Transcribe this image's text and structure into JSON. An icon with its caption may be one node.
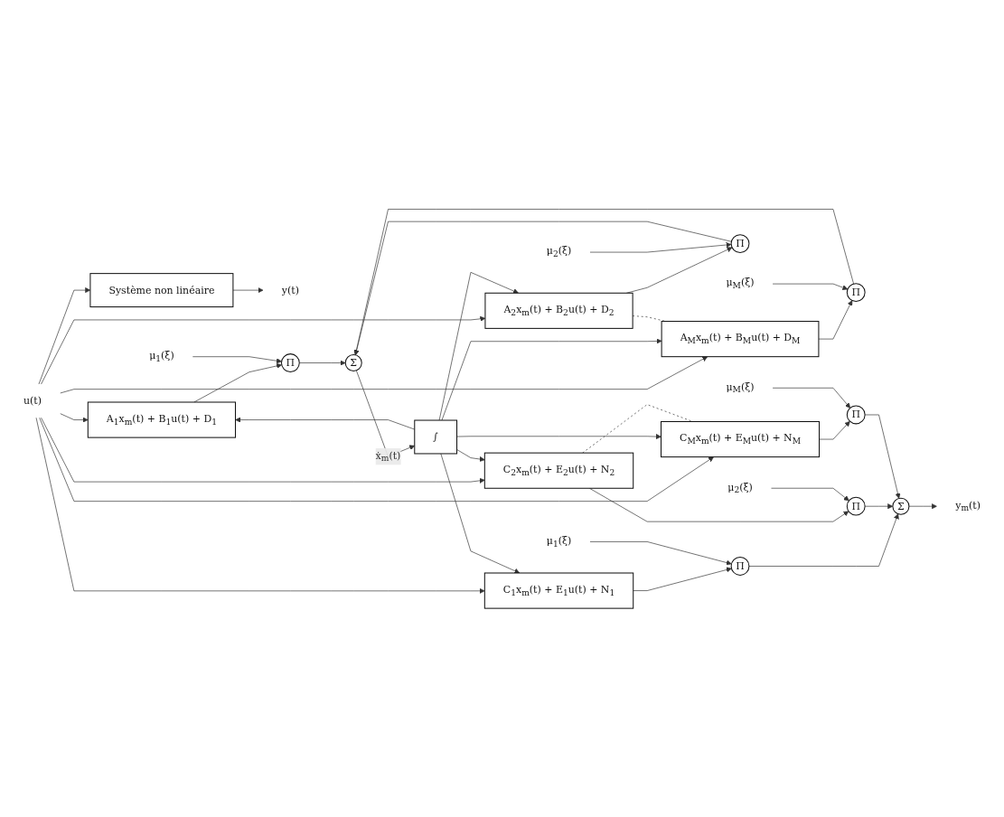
{
  "diagram": {
    "nodes": [
      {
        "text": [
          "u(t)"
        ]
      },
      {
        "text": [
          "Système non linéaire"
        ]
      },
      {
        "text": [
          "y(t)"
        ]
      },
      {
        "text": [
          "A$_{1}$x$_{m}$(t) + B$_{1}$u(t) + D$_{1}$"
        ]
      },
      {
        "text": [
          "A$_{2}$x$_{m}$(t) + B$_{2}$u(t) + D$_{2}$"
        ]
      },
      {
        "text": [
          "A$_{M}$x$_{m}$(t) + B$_{M}$u(t) + D$_{M}$"
        ]
      },
      {
        "text": [
          "μ$_{1}$(ξ)"
        ]
      },
      {
        "text": [
          "Π"
        ]
      },
      {
        "text": [
          "μ$_{2}$(ξ)"
        ]
      },
      {
        "text": [
          "Π"
        ]
      },
      {
        "text": [
          "μ$_{M}$(ξ)"
        ]
      },
      {
        "text": [
          "Π"
        ]
      },
      {
        "text": [
          "Σ"
        ]
      },
      {
        "text": [
          "∫"
        ]
      },
      {
        "text": [
          "C$_{1}$x$_{m}$(t) + E$_{1}$u(t) + N$_{1}$"
        ]
      },
      {
        "text": [
          "C$_{2}$x$_{m}$(t) + E$_{2}$u(t) + N$_{2}$"
        ]
      },
      {
        "text": [
          "C$_{M}$x$_{m}$(t) + E$_{M}$u(t) + N$_{M}$"
        ]
      },
      {
        "text": [
          "μ$_{1}$(ξ)"
        ]
      },
      {
        "text": [
          "Π"
        ]
      },
      {
        "text": [
          "μ$_{2}$(ξ)"
        ]
      },
      {
        "text": [
          "Π"
        ]
      },
      {
        "text": [
          "μ$_{M}$(ξ)"
        ]
      },
      {
        "text": [
          "Π"
        ]
      },
      {
        "text": [
          "Σ"
        ]
      },
      {
        "text": [
          "y$_{m}$(t)"
        ]
      }
    ],
    "edges": [
      {
        "from": 0,
        "to": 1,
        "arrow": "to"
      },
      {
        "from": 1,
        "to": 2,
        "arrow": "to"
      },
      {
        "from": 0,
        "to": 3,
        "arrow": "to"
      },
      {
        "from": 0,
        "to": 4,
        "arrow": "to"
      },
      {
        "from": 0,
        "to": 5,
        "arrow": "to"
      },
      {
        "from": 0,
        "to": 14,
        "arrow": "to"
      },
      {
        "from": 0,
        "to": 15,
        "arrow": "to"
      },
      {
        "from": 0,
        "to": 16,
        "arrow": "to"
      },
      {
        "from": 13,
        "to": 3,
        "arrow": "to"
      },
      {
        "from": 13,
        "to": 4,
        "arrow": "to"
      },
      {
        "from": 13,
        "to": 5,
        "arrow": "to"
      },
      {
        "from": 13,
        "to": 14,
        "arrow": "to"
      },
      {
        "from": 13,
        "to": 15,
        "arrow": "to"
      },
      {
        "from": 13,
        "to": 16,
        "arrow": "to"
      },
      {
        "from": 3,
        "to": 7,
        "arrow": "to"
      },
      {
        "from": 6,
        "to": 7,
        "arrow": "to"
      },
      {
        "from": 4,
        "to": 9,
        "arrow": "to"
      },
      {
        "from": 8,
        "to": 9,
        "arrow": "to"
      },
      {
        "from": 4,
        "to": 5,
        "arrow": "none",
        "style": "dashed"
      },
      {
        "from": 5,
        "to": 11,
        "arrow": "to"
      },
      {
        "from": 10,
        "to": 11,
        "arrow": "to"
      },
      {
        "from": 7,
        "to": 12,
        "arrow": "to"
      },
      {
        "from": 9,
        "to": 12,
        "arrow": "to"
      },
      {
        "from": 11,
        "to": 12,
        "arrow": "to"
      },
      {
        "from": 12,
        "to": 13,
        "label": "ẋ$_{m}$(t)",
        "arrow": "to"
      },
      {
        "from": 14,
        "to": 18,
        "arrow": "to"
      },
      {
        "from": 17,
        "to": 18,
        "arrow": "to"
      },
      {
        "from": 15,
        "to": 20,
        "arrow": "to"
      },
      {
        "from": 19,
        "to": 20,
        "arrow": "to"
      },
      {
        "from": 15,
        "to": 16,
        "arrow": "none",
        "style": "dashed"
      },
      {
        "from": 16,
        "to": 22,
        "arrow": "to"
      },
      {
        "from": 21,
        "to": 22,
        "arrow": "to"
      },
      {
        "from": 18,
        "to": 23,
        "arrow": "to"
      },
      {
        "from": 20,
        "to": 23,
        "arrow": "to"
      },
      {
        "from": 22,
        "to": 23,
        "arrow": "to"
      },
      {
        "from": 23,
        "to": 24,
        "arrow": "to"
      }
    ]
  }
}
